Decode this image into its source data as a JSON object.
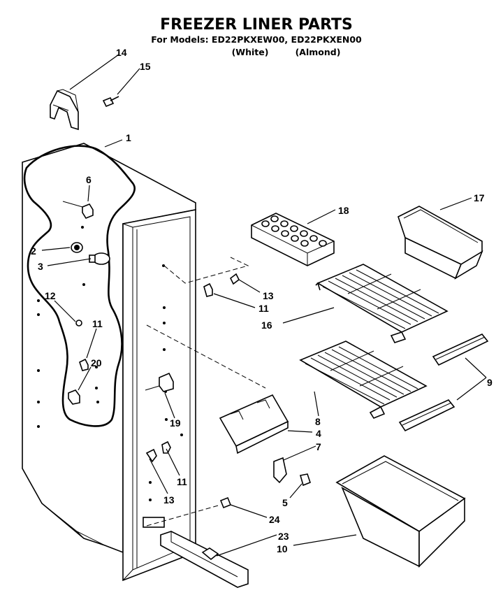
{
  "header": {
    "title": "FREEZER LINER PARTS",
    "models_line": "For Models: ED22PKXEW00, ED22PKXEN00",
    "color_white": "(White)",
    "color_almond": "(Almond)"
  },
  "callouts": {
    "c1": "1",
    "c2": "2",
    "c3": "3",
    "c4": "4",
    "c5": "5",
    "c6": "6",
    "c7": "7",
    "c8": "8",
    "c9": "9",
    "c10": "10",
    "c11a": "11",
    "c11b": "11",
    "c11c": "11",
    "c12": "12",
    "c13a": "13",
    "c13b": "13",
    "c14": "14",
    "c15": "15",
    "c16": "16",
    "c17": "17",
    "c18": "18",
    "c19": "19",
    "c20": "20",
    "c23": "23",
    "c24": "24"
  }
}
